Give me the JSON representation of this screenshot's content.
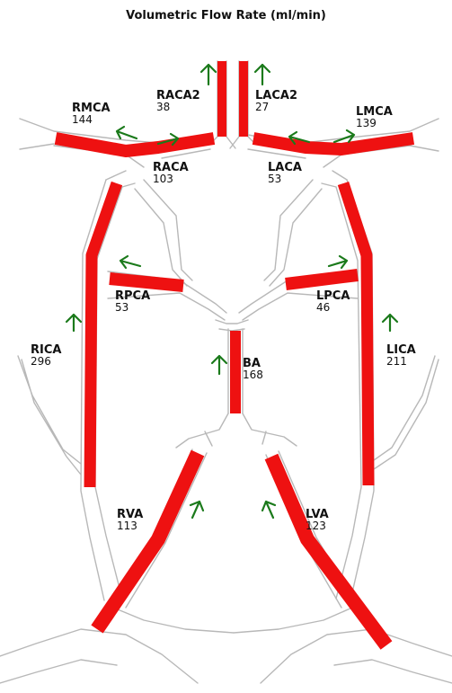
{
  "title": "Volumetric Flow Rate (ml/min)",
  "colors": {
    "flow": "#ee1111",
    "arrow": "#1b7a1b",
    "vessel_outline": "#b8b8b8",
    "background": "#ffffff"
  },
  "icons": {
    "flow_arrow": "green-arrow-icon"
  },
  "vessels": [
    {
      "name": "RACA2",
      "value": "38"
    },
    {
      "name": "LACA2",
      "value": "27"
    },
    {
      "name": "RMCA",
      "value": "144"
    },
    {
      "name": "LMCA",
      "value": "139"
    },
    {
      "name": "RACA",
      "value": "103"
    },
    {
      "name": "LACA",
      "value": "53"
    },
    {
      "name": "RPCA",
      "value": "53"
    },
    {
      "name": "LPCA",
      "value": "46"
    },
    {
      "name": "RICA",
      "value": "296"
    },
    {
      "name": "LICA",
      "value": "211"
    },
    {
      "name": "BA",
      "value": "168"
    },
    {
      "name": "RVA",
      "value": "113"
    },
    {
      "name": "LVA",
      "value": "123"
    }
  ]
}
